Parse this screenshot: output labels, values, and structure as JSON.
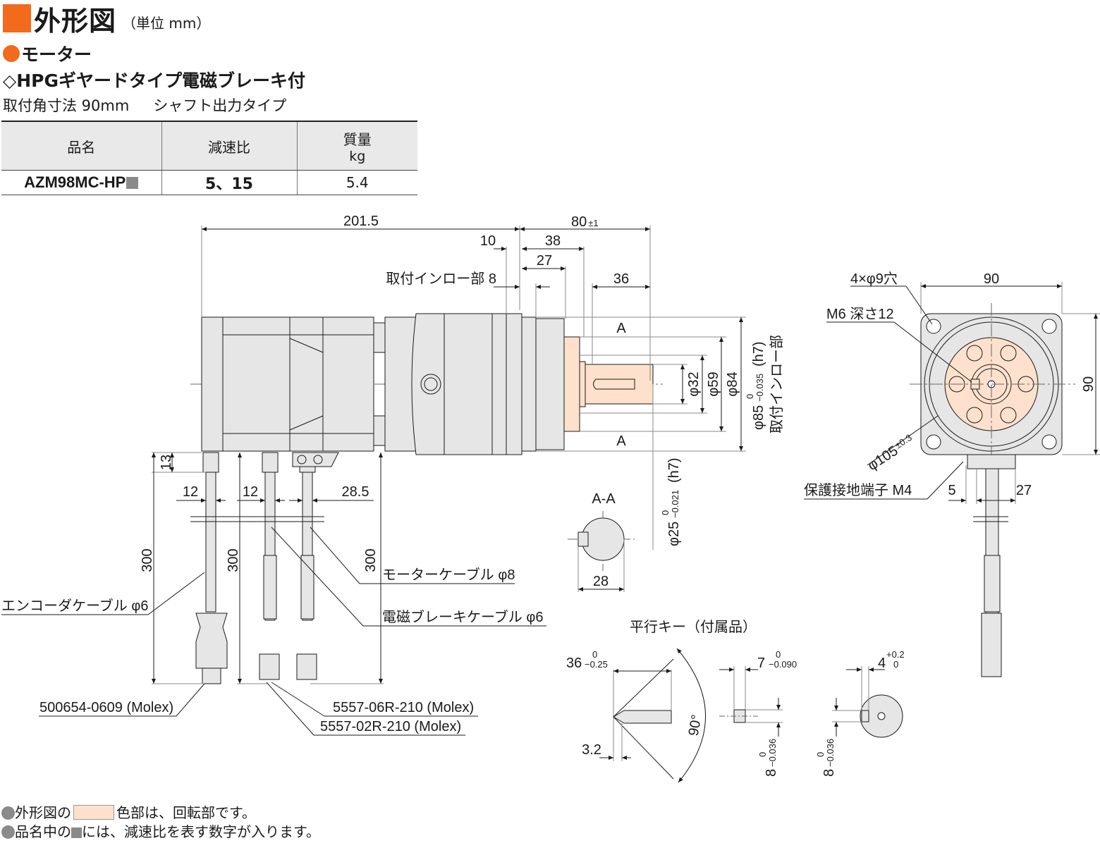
{
  "header": {
    "title": "外形図",
    "unit_note": "（単位 mm）",
    "category": "モーター",
    "subtitle": "◇HPGギヤードタイプ電磁ブレーキ付",
    "mount": "取付角寸法 90mm",
    "shaft_type": "シャフト出力タイプ"
  },
  "spec_table": {
    "col_name": "品名",
    "col_ratio": "減速比",
    "col_mass": "質量",
    "col_mass_unit": "kg",
    "row": {
      "model": "AZM98MC-HP",
      "ratio": "5、15",
      "mass": "5.4"
    }
  },
  "dims": {
    "total": "201.5",
    "out": "80",
    "out_tol": "±1",
    "d10": "10",
    "d38": "38",
    "d27": "27",
    "pilot": "取付インロー部 8",
    "d36": "36",
    "sectA": "A",
    "phi32": "φ32",
    "phi59": "φ59",
    "phi84": "φ84",
    "phi85": "φ85",
    "phi85_tol_upper": "0",
    "phi85_tol_lower": "−0.035",
    "phi85_suffix": "(h7)",
    "pilot_label": "取付インロー部",
    "phi25": "φ25",
    "phi25_tol_upper": "0",
    "phi25_tol_lower": "−0.021",
    "phi25_suffix": "(h7)",
    "d13": "13",
    "d12a": "12",
    "d12b": "12",
    "d28_5": "28.5",
    "d300a": "300",
    "d300b": "300",
    "d300c": "300"
  },
  "labels": {
    "motor_cable": "モーターケーブル φ8",
    "brake_cable": "電磁ブレーキケーブル φ6",
    "encoder_cable": "エンコーダケーブル φ6",
    "conn1": "500654-0609 (Molex)",
    "conn2": "5557-06R-210 (Molex)",
    "conn3": "5557-02R-210 (Molex)"
  },
  "section_aa": {
    "title": "A-A",
    "d28": "28"
  },
  "key": {
    "title": "平行キー（付属品）",
    "len": "36",
    "len_tol_upper": "0",
    "len_tol_lower": "−0.25",
    "d3_2": "3.2",
    "angle": "90°",
    "width": "7",
    "width_tol_upper": "0",
    "width_tol_lower": "−0.090",
    "h8": "8",
    "h8_tol_upper": "0",
    "h8_tol_lower": "−0.036",
    "depth": "4",
    "depth_tol_upper": "+0.2",
    "depth_tol_lower": "0",
    "h8b": "8",
    "h8b_tol_upper": "0",
    "h8b_tol_lower": "−0.036"
  },
  "front": {
    "holes": "4×φ9穴",
    "w90": "90",
    "h90": "90",
    "tap": "M6 深さ12",
    "pcd": "φ105",
    "pcd_tol": "±0.3",
    "ground": "保護接地端子 M4",
    "d5": "5",
    "d27": "27"
  },
  "notes": {
    "n1_a": "外形図の",
    "n1_b": "色部は、回転部です。",
    "n2_a": "品名中の",
    "n2_b": "には、減速比を表す数字が入ります。"
  },
  "colors": {
    "accent": "#f26a1b",
    "rotating": "#fde1cc",
    "body": "#e6e6e6",
    "line": "#1a1a1a"
  }
}
